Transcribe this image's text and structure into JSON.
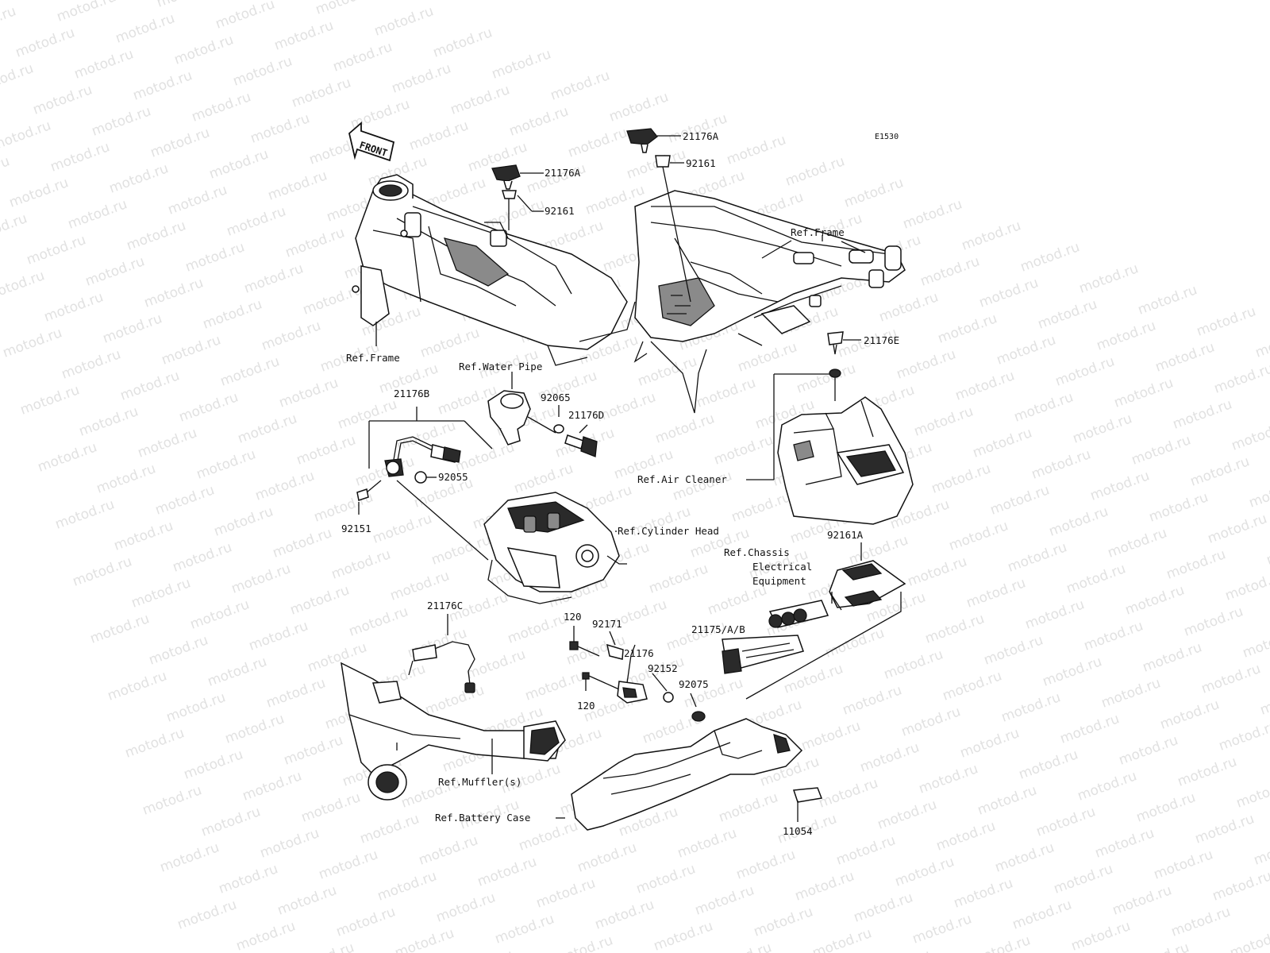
{
  "watermark": "motod.ru",
  "diagram_code": "E1530",
  "front_arrow": "FRONT",
  "labels": {
    "p21176A_left": "21176A",
    "p92161_left": "92161",
    "p21176A_right": "21176A",
    "p92161_right": "92161",
    "ref_frame_left": "Ref.Frame",
    "ref_frame_right": "Ref.Frame",
    "ref_water_pipe": "Ref.Water Pipe",
    "p21176B": "21176B",
    "p92065": "92065",
    "p21176D": "21176D",
    "p92055": "92055",
    "p92151": "92151",
    "p21176E": "21176E",
    "ref_air_cleaner": "Ref.Air Cleaner",
    "ref_cylinder_head": "Ref.Cylinder Head",
    "p92161A": "92161A",
    "ref_chassis_1": "Ref.Chassis",
    "ref_chassis_2": "Electrical",
    "ref_chassis_3": "Equipment",
    "p21176C": "21176C",
    "p120_top": "120",
    "p92171": "92171",
    "p21176": "21176",
    "p21175": "21175/A/B",
    "p92152": "92152",
    "p92075": "92075",
    "p120_bottom": "120",
    "ref_mufflers": "Ref.Muffler(s)",
    "ref_battery_case": "Ref.Battery Case",
    "p11054": "11054"
  }
}
